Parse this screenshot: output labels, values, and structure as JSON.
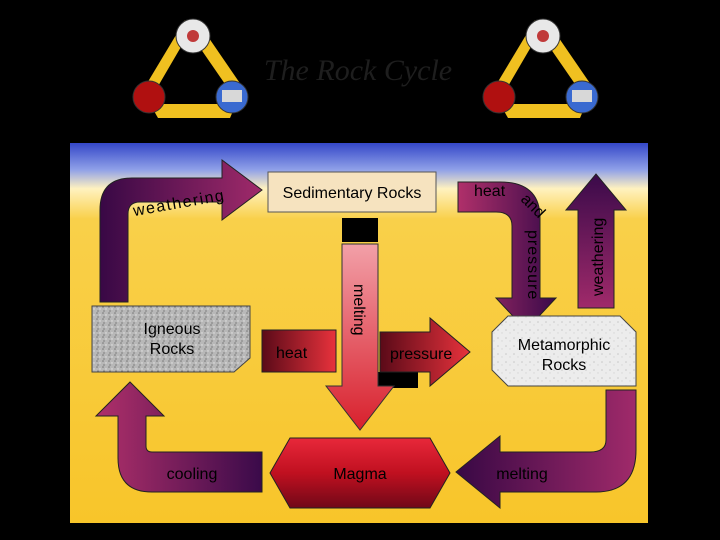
{
  "title": "The Rock Cycle",
  "nodes": {
    "sedimentary": "Sedimentary Rocks",
    "igneous_line1": "Igneous",
    "igneous_line2": "Rocks",
    "metamorphic_line1": "Metamorphic",
    "metamorphic_line2": "Rocks",
    "magma": "Magma"
  },
  "processes": {
    "weathering_left": "weathering",
    "weathering_right": "weathering",
    "heat_top": "heat",
    "and_top": "and",
    "pressure_top": "pressure",
    "melting_center": "melting",
    "heat_center": "heat",
    "pressure_center": "pressure",
    "cooling": "cooling",
    "melting_bottom": "melting"
  },
  "colors": {
    "arrow_dark": "#3a0a4a",
    "arrow_mid": "#7a1e5a",
    "arrow_red": "#d81c2a",
    "sky_top": "#4b5fcf",
    "ground": "#f7c62b",
    "logo_arrow": "#f0c020"
  }
}
